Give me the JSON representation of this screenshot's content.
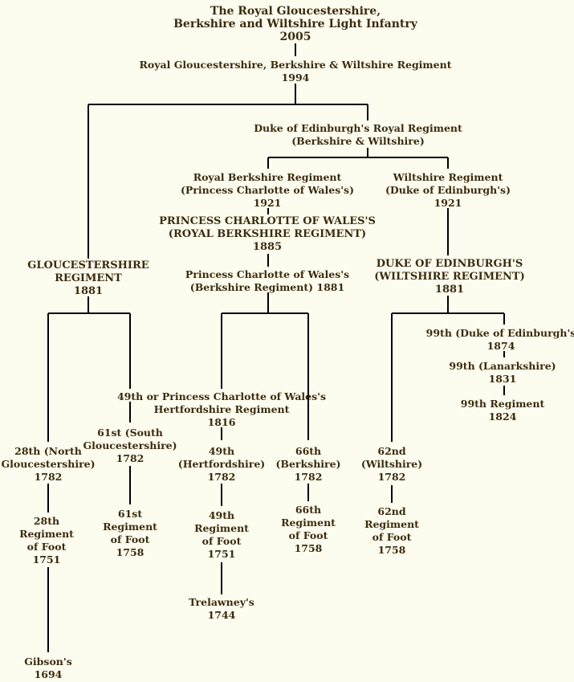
{
  "colors": {
    "background": "#fdfdef",
    "text": "#3b2b0e",
    "line": "#000000"
  },
  "nodes": {
    "rgbwli": [
      "The Royal Gloucestershire,",
      "Berkshire and Wiltshire Light Infantry",
      "2005"
    ],
    "rgbw": [
      "Royal Gloucestershire, Berkshire & Wiltshire Regiment",
      "1994"
    ],
    "doerr": [
      "Duke of Edinburgh's Royal Regiment",
      "(Berkshire & Wiltshire)"
    ],
    "rbr": [
      "Royal Berkshire Regiment",
      "(Princess Charlotte of Wales's)",
      "1921"
    ],
    "wr": [
      "Wiltshire Regiment",
      "(Duke of Edinburgh's)",
      "1921"
    ],
    "pcw_rbr": [
      "PRINCESS CHARLOTTE OF WALES'S",
      "(ROYAL BERKSHIRE REGIMENT)",
      "1885"
    ],
    "glos": [
      "GLOUCESTERSHIRE",
      "REGIMENT",
      "1881"
    ],
    "pcw_br": [
      "Princess Charlotte of Wales's",
      "(Berkshire Regiment) 1881"
    ],
    "doe_wr": [
      "DUKE OF EDINBURGH'S",
      "(WILTSHIRE REGIMENT)",
      "1881"
    ],
    "n99_doe": [
      "99th (Duke of Edinburgh's",
      "1874"
    ],
    "n99_lan": [
      "99th (Lanarkshire)",
      "1831"
    ],
    "n99_reg": [
      "99th Regiment",
      "1824"
    ],
    "n49_pcw": [
      "49th or Princess Charlotte of Wales's",
      "Hertfordshire Regiment",
      "1816"
    ],
    "n61_sg": [
      "61st (South",
      "Gloucestershire)",
      "1782"
    ],
    "n28_ng": [
      "28th (North",
      "Gloucestershire)",
      "1782"
    ],
    "n49_h": [
      "49th",
      "(Hertfordshire)",
      "1782"
    ],
    "n66_b": [
      "66th",
      "(Berkshire)",
      "1782"
    ],
    "n62_w": [
      "62nd",
      "(Wiltshire)",
      "1782"
    ],
    "n28_rf": [
      "28th",
      "Regiment",
      "of Foot",
      "1751"
    ],
    "n61_rf": [
      "61st",
      "Regiment",
      "of Foot",
      "1758"
    ],
    "n49_rf": [
      "49th",
      "Regiment",
      "of Foot",
      "1751"
    ],
    "n66_rf": [
      "66th",
      "Regiment",
      "of Foot",
      "1758"
    ],
    "n62_rf": [
      "62nd",
      "Regiment",
      "of Foot",
      "1758"
    ],
    "trelawney": [
      "Trelawney's",
      "1744"
    ],
    "gibson": [
      "Gibson's",
      "1694"
    ]
  }
}
